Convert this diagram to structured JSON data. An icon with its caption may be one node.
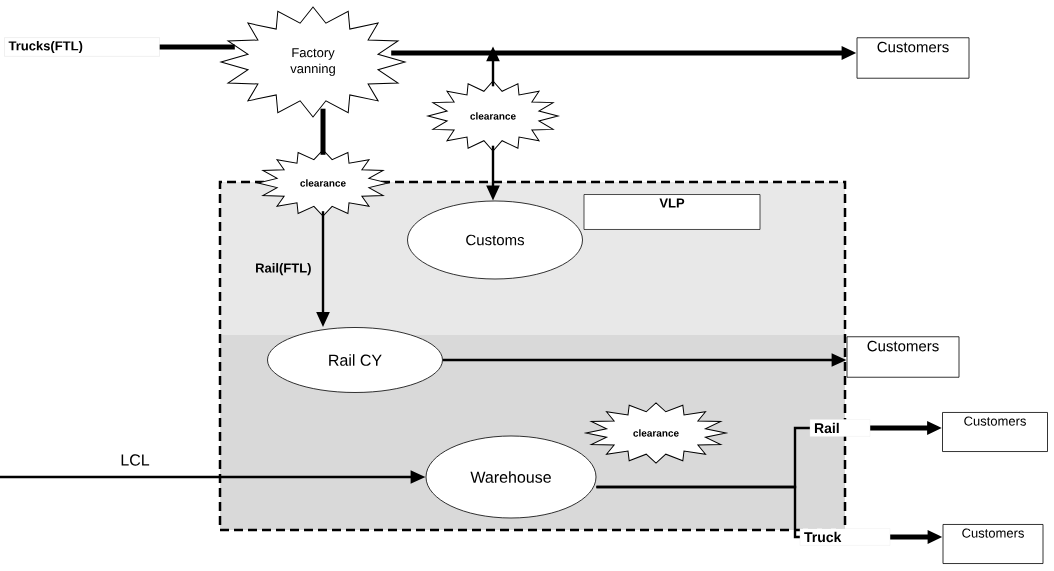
{
  "diagram": {
    "nodes": [
      {
        "text": [
          "Trucks(FTL)"
        ]
      },
      {
        "text": [
          "Factory vanning"
        ]
      },
      {
        "text": [
          "Customers"
        ]
      },
      {
        "text": [
          "clearance"
        ]
      },
      {
        "text": [],
        "shape": "box"
      },
      {
        "text": [
          "clearance"
        ]
      },
      {
        "text": [
          "VLP"
        ],
        "in": 4
      },
      {
        "text": [
          "Customs"
        ],
        "in": 4
      },
      {
        "text": [
          "Rail CY"
        ],
        "in": 4
      },
      {
        "text": [
          "Customers"
        ]
      },
      {
        "text": [
          "clearance"
        ],
        "in": 4
      },
      {
        "text": [
          "Warehouse"
        ],
        "in": 4
      },
      {
        "text": [
          "Rail"
        ]
      },
      {
        "text": [
          "Truck"
        ]
      },
      {
        "text": [
          "Customers"
        ]
      },
      {
        "text": [
          "Customers"
        ]
      }
    ],
    "edges": [
      {
        "from": 0,
        "to": 1,
        "arrow": "none",
        "style": "thick"
      },
      {
        "from": 1,
        "to": 2,
        "arrow": "to",
        "style": "thick"
      },
      {
        "from": 3,
        "to": null,
        "arrow": "to"
      },
      {
        "from": 3,
        "to": 7,
        "arrow": "to"
      },
      {
        "from": 1,
        "to": 5,
        "arrow": "none",
        "style": "thick"
      },
      {
        "from": 5,
        "to": 8,
        "arrow": "to",
        "label": "Rail(FTL)"
      },
      {
        "from": 8,
        "to": 9,
        "arrow": "to"
      },
      {
        "from": null,
        "to": 11,
        "arrow": "to",
        "label": "LCL"
      },
      {
        "from": 11,
        "to": 12,
        "arrow": "none"
      },
      {
        "from": 11,
        "to": 13,
        "arrow": "none"
      },
      {
        "from": 12,
        "to": 14,
        "arrow": "to",
        "style": "thick"
      },
      {
        "from": 13,
        "to": 15,
        "arrow": "to",
        "style": "thick"
      }
    ]
  }
}
